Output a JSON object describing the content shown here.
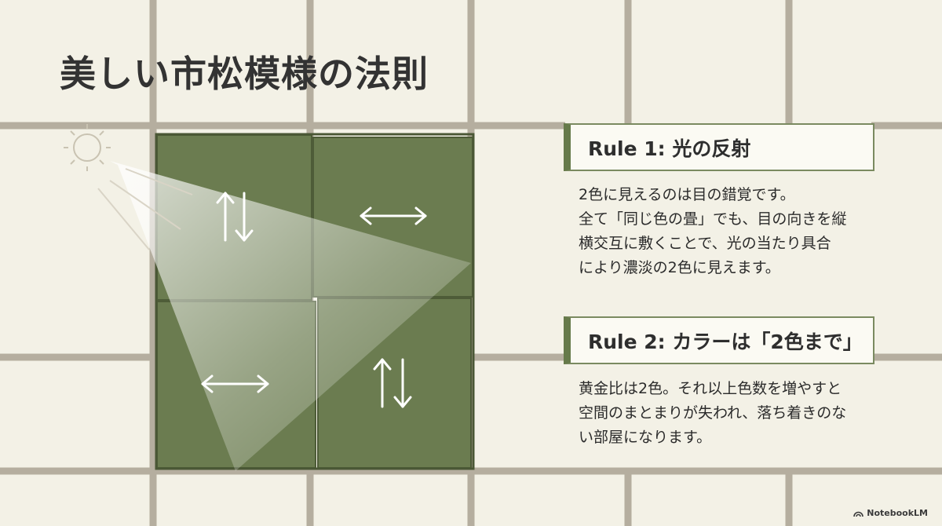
{
  "title": "美しい市松模様の法則",
  "rules": [
    {
      "heading": "Rule 1: 光の反射",
      "lines": [
        "2色に見えるのは目の錯覚です。",
        "全て「同じ色の畳」でも、目の向きを縦",
        "横交互に敷くことで、光の当たり具合",
        "により濃淡の2色に見えます。"
      ]
    },
    {
      "heading": "Rule 2: カラーは「2色まで」",
      "lines": [
        "黄金比は2色。それ以上色数を増やすと",
        "空間のまとまりが失われ、落ち着きのな",
        "い部屋になります。"
      ]
    }
  ],
  "tatami_arrows": [
    "⇅",
    "↔",
    "↔",
    "⇅"
  ],
  "colors": {
    "background": "#f3f1e6",
    "grid_line": "#b2ab9e",
    "tatami": "#6b7c50",
    "accent": "#667a4a"
  },
  "badge": {
    "label": "NotebookLM"
  }
}
